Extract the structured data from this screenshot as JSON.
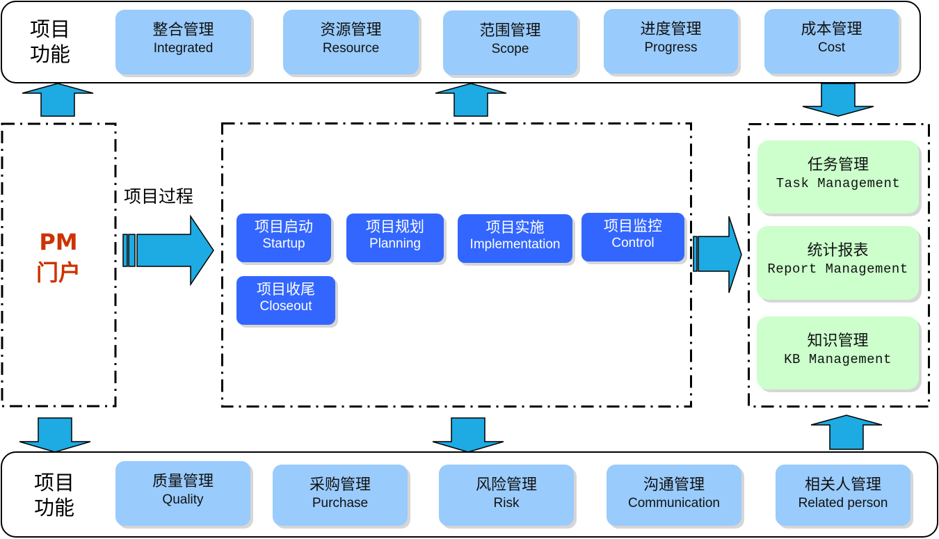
{
  "top_band": {
    "title_line1": "项目",
    "title_line2": "功能",
    "modules": [
      {
        "zh": "整合管理",
        "en": "Integrated"
      },
      {
        "zh": "资源管理",
        "en": "Resource"
      },
      {
        "zh": "范围管理",
        "en": "Scope"
      },
      {
        "zh": "进度管理",
        "en": "Progress"
      },
      {
        "zh": "成本管理",
        "en": "Cost"
      }
    ]
  },
  "portal": {
    "line1": "PM",
    "line2": "门户"
  },
  "process": {
    "label": "项目过程",
    "steps": [
      {
        "zh": "项目启动",
        "en": "Startup"
      },
      {
        "zh": "项目规划",
        "en": "Planning"
      },
      {
        "zh": "项目实施",
        "en": "Implementation"
      },
      {
        "zh": "项目监控",
        "en": "Control"
      },
      {
        "zh": "项目收尾",
        "en": "Closeout"
      }
    ]
  },
  "right_panel": {
    "items": [
      {
        "zh": "任务管理",
        "en": "Task Management"
      },
      {
        "zh": "统计报表",
        "en": "Report Management"
      },
      {
        "zh": "知识管理",
        "en": "KB Management"
      }
    ]
  },
  "bottom_band": {
    "title_line1": "项目",
    "title_line2": "功能",
    "modules": [
      {
        "zh": "质量管理",
        "en": "Quality"
      },
      {
        "zh": "采购管理",
        "en": "Purchase"
      },
      {
        "zh": "风险管理",
        "en": "Risk"
      },
      {
        "zh": "沟通管理",
        "en": "Communication"
      },
      {
        "zh": "相关人管理",
        "en": "Related person"
      }
    ]
  },
  "colors": {
    "module_blue": "#99cbfc",
    "process_blue": "#3366ff",
    "panel_green": "#ccffcc",
    "arrow_blue": "#1eaae2",
    "portal_red": "#cc3300"
  }
}
